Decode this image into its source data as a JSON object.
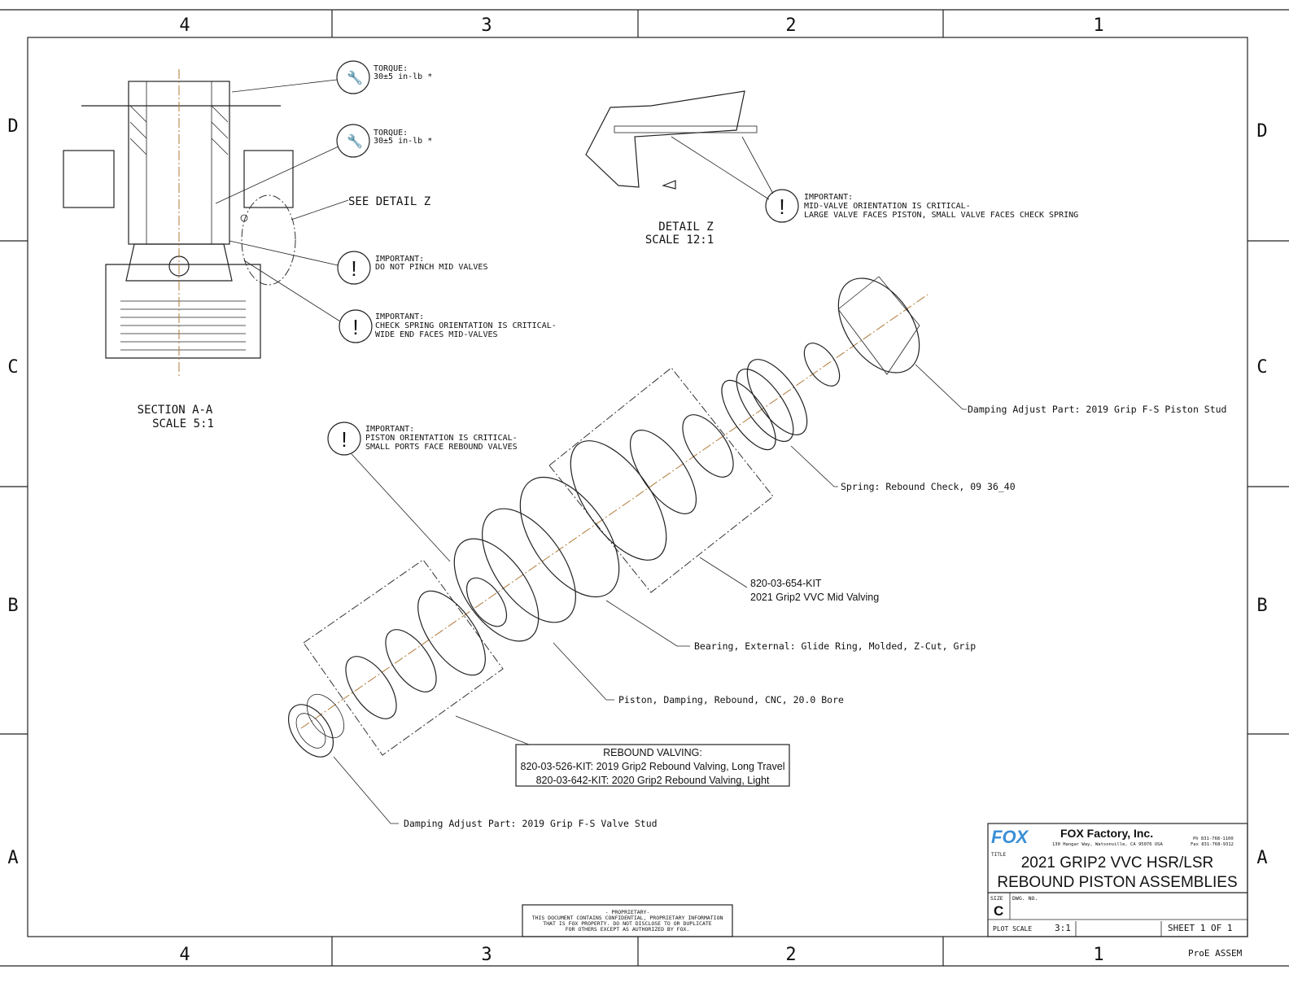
{
  "zones": {
    "columns": [
      "4",
      "3",
      "2",
      "1"
    ],
    "rows": [
      "D",
      "C",
      "B",
      "A"
    ]
  },
  "section": {
    "callout": "SEE DETAIL  Z",
    "label": "SECTION  A-A",
    "scale": "SCALE  5:1"
  },
  "detail": {
    "label": "DETAIL  Z",
    "scale": "SCALE  12:1"
  },
  "notes": {
    "torque1": [
      "TORQUE:",
      "30±5 in-lb *"
    ],
    "torque2": [
      "TORQUE:",
      "30±5 in-lb *"
    ],
    "pinch": [
      "IMPORTANT:",
      "DO NOT PINCH MID VALVES"
    ],
    "spring": [
      "IMPORTANT:",
      "CHECK SPRING ORIENTATION IS CRITICAL-",
      "WIDE END FACES MID-VALVES"
    ],
    "midvalve": [
      "IMPORTANT:",
      "MID-VALVE ORIENTATION IS CRITICAL-",
      "LARGE VALVE FACES PISTON, SMALL VALVE FACES CHECK SPRING"
    ],
    "piston": [
      "IMPORTANT:",
      "PISTON ORIENTATION IS CRITICAL-",
      "SMALL PORTS FACE REBOUND VALVES"
    ]
  },
  "callouts": {
    "piston_stud": "Damping Adjust Part: 2019 Grip F-S Piston Stud",
    "spring": "Spring: Rebound Check, 09 36_40",
    "mid_kit": "820-03-654-KIT",
    "mid_desc": "2021 Grip2 VVC Mid Valving",
    "bearing": "Bearing, External: Glide Ring, Molded, Z-Cut, Grip",
    "piston": "Piston, Damping, Rebound, CNC, 20.0 Bore",
    "valve_stud": "Damping Adjust Part: 2019 Grip F-S Valve Stud",
    "rebound_title": "REBOUND VALVING:",
    "rebound_1": "820-03-526-KIT: 2019 Grip2 Rebound Valving, Long Travel",
    "rebound_2": "820-03-642-KIT: 2020 Grip2 Rebound Valving, Light"
  },
  "proprietary": [
    "- PROPRIETARY-",
    "THIS DOCUMENT CONTAINS CONFIDENTIAL, PROPRIETARY INFORMATION",
    "THAT IS FOX PROPERTY.  DO NOT DISCLOSE TO OR DUPLICATE",
    "FOR OTHERS EXCEPT AS AUTHORIZED BY FOX."
  ],
  "title_block": {
    "logo": "FOX",
    "company": "FOX Factory, Inc.",
    "address": "130 Hangar Way, Watsonville, CA 95076 USA",
    "phone": "Ph 831-768-1100",
    "fax": "Fax 831-768-9312",
    "title_label": "TITLE",
    "title_1": "2021 GRIP2 VVC HSR/LSR",
    "title_2": "REBOUND PISTON ASSEMBLIES",
    "size_label": "SIZE",
    "size": "C",
    "dwg_label": "DWG. NO.",
    "plot_scale_label": "PLOT SCALE",
    "plot_scale": "3:1",
    "sheet": "SHEET 1 OF 1",
    "model": "ProE ASSEM"
  },
  "colors": {
    "logo": "#3a8fd6",
    "axis": "#b07a3a"
  }
}
